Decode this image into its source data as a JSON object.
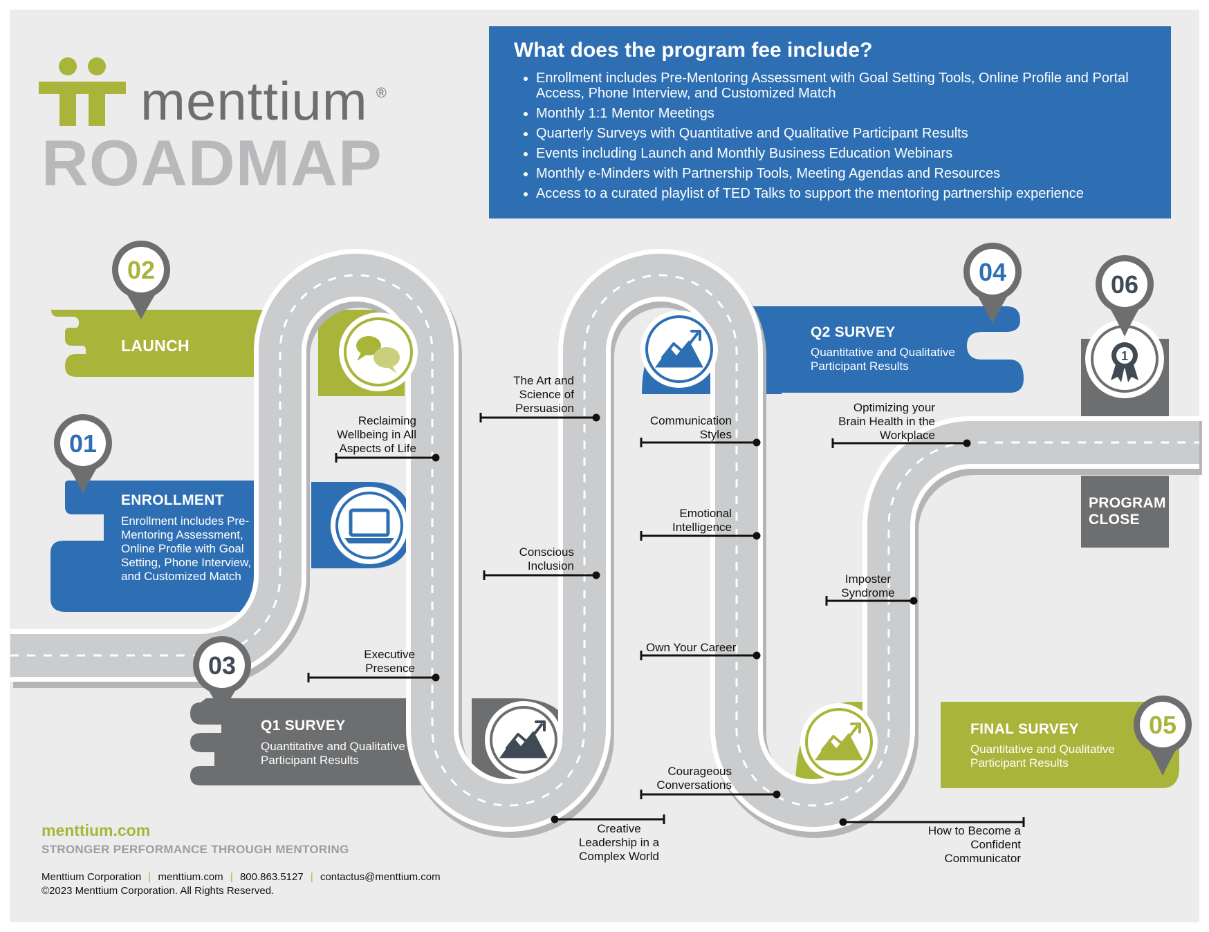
{
  "brand": {
    "name": "menttium",
    "registered": "®",
    "subtitle": "ROADMAP"
  },
  "fee_box": {
    "heading": "What does the program fee include?",
    "items": [
      "Enrollment includes Pre-Mentoring Assessment with Goal Setting Tools, Online Profile and Portal Access, Phone Interview, and Customized Match",
      "Monthly 1:1 Mentor Meetings",
      "Quarterly Surveys with Quantitative and Qualitative Participant Results",
      "Events including Launch and Monthly Business Education Webinars",
      "Monthly e-Minders with Partnership Tools, Meeting Agendas and Resources",
      "Access to a curated playlist of TED Talks to support the mentoring partnership experience"
    ]
  },
  "milestones": {
    "m01": {
      "num": "01",
      "title": "ENROLLMENT",
      "desc": "Enrollment includes Pre-Mentoring Assessment, Online Profile with Goal Setting, Phone Interview, and Customized Match",
      "icon": "laptop-icon"
    },
    "m02": {
      "num": "02",
      "title": "LAUNCH",
      "icon": "chat-bubbles-icon"
    },
    "m03": {
      "num": "03",
      "title": "Q1 SURVEY",
      "desc": "Quantitative and Qualitative Participant Results",
      "icon": "mountain-chart-icon"
    },
    "m04": {
      "num": "04",
      "title": "Q2 SURVEY",
      "desc": "Quantitative and Qualitative Participant Results",
      "icon": "mountain-chart-icon"
    },
    "m05": {
      "num": "05",
      "title": "FINAL SURVEY",
      "desc": "Quantitative and Qualitative Participant Results",
      "icon": "mountain-chart-icon"
    },
    "m06": {
      "num": "06",
      "title": "PROGRAM CLOSE",
      "icon": "award-ribbon-icon",
      "award_digit": "1"
    }
  },
  "topics": {
    "t1": "Reclaiming Wellbeing in All Aspects of Life",
    "t2": "The Art and Science of Persuasion",
    "t3": "Conscious Inclusion",
    "t4": "Executive Presence",
    "t5": "Creative Leadership in a Complex World",
    "t6": "Communication Styles",
    "t7": "Emotional Intelligence",
    "t8": "Own Your Career",
    "t9": "Courageous Conversations",
    "t10": "Optimizing your Brain Health in the Workplace",
    "t11": "Imposter Syndrome",
    "t12": "How to Become a Confident Communicator"
  },
  "footer": {
    "website": "menttium.com",
    "tagline": "STRONGER PERFORMANCE THROUGH MENTORING",
    "company": "Menttium Corporation",
    "site": "menttium.com",
    "phone": "800.863.5127",
    "email": "contactus@menttium.com",
    "copyright": "©2023 Menttium Corporation. All Rights Reserved."
  },
  "colors": {
    "green": "#a9b43a",
    "blue": "#2e6fb4",
    "gray": "#6d6e70",
    "road": "#c9cacc",
    "road_edge": "#b4b5b7",
    "number": "#3f4a55",
    "background": "#ececed"
  }
}
